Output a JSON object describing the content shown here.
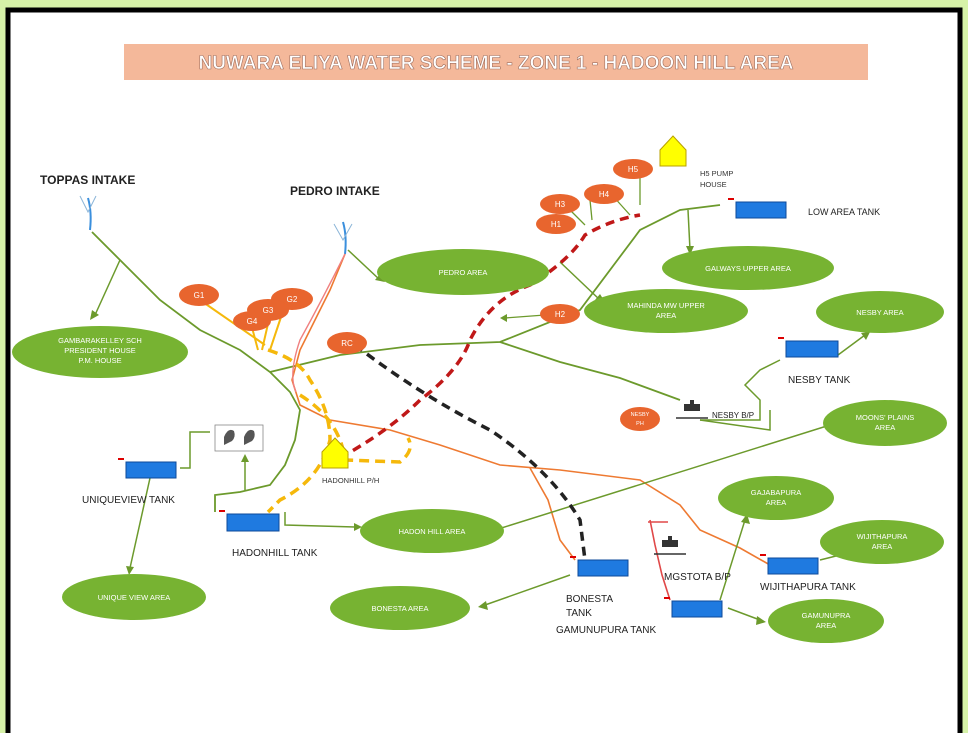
{
  "title": "NUWARA ELIYA WATER SCHEME - ZONE 1 - HADOON HILL AREA",
  "colors": {
    "page_bg": "#d6f2a8",
    "frame": "#000000",
    "title_bg": "#f4b89a",
    "area_fill": "#77b332",
    "node_fill": "#e8652e",
    "tank_fill": "#1f7ae0",
    "pump_fill": "#ffff00",
    "green_line": "#6c9a2c",
    "orange_line": "#ee7a32",
    "red_line": "#e04848",
    "red_dash": "#c01818",
    "yellow_dash": "#f5b80b",
    "black_dash": "#222222",
    "blue_line": "#3a8fdd"
  },
  "intakes": {
    "toppas": "TOPPAS INTAKE",
    "pedro": "PEDRO INTAKE"
  },
  "pump_houses": {
    "h5": [
      "H5 PUMP",
      "HOUSE"
    ],
    "hadonhill": "HADONHILL P/H"
  },
  "tanks": {
    "low_area": "LOW AREA TANK",
    "nesby": "NESBY TANK",
    "uniqueview": "UNIQUEVIEW TANK",
    "hadonhill": "HADONHILL TANK",
    "bonesta": [
      "BONESTA",
      "TANK"
    ],
    "gamunupura": "GAMUNUPURA TANK",
    "wijithapura": "WIJITHAPURA TANK"
  },
  "stations": {
    "nesby_bp": "NESBY B/P",
    "mgstota_bp": "MGSTOTA B/P"
  },
  "areas": {
    "gambarakelly": [
      "GAMBARAKELLEY SCH",
      "PRESIDENT HOUSE",
      "P.M. HOUSE"
    ],
    "pedro": "PEDRO AREA",
    "galways_upper": "GALWAYS UPPER AREA",
    "mahinda": [
      "MAHINDA MW UPPER",
      "AREA"
    ],
    "nesby": "NESBY AREA",
    "moons_plains": [
      "MOONS' PLAINS",
      "AREA"
    ],
    "gajabapura": [
      "GAJABAPURA",
      "AREA"
    ],
    "wijithapura": [
      "WIJITHAPURA",
      "AREA"
    ],
    "gamunupura": [
      "GAMUNUPRA",
      "AREA"
    ],
    "hadon_hill": "HADON HILL AREA",
    "bonesta": "BONESTA AREA",
    "unique_view": "UNIQUE VIEW AREA"
  },
  "nodes": {
    "g1": "G1",
    "g2": "G2",
    "g3": "G3",
    "g4": "G4",
    "h1": "H1",
    "h2": "H2",
    "h3": "H3",
    "h4": "H4",
    "h5": "H5",
    "rc": "RC",
    "nesby_ph": [
      "NESBY",
      "PH"
    ]
  }
}
